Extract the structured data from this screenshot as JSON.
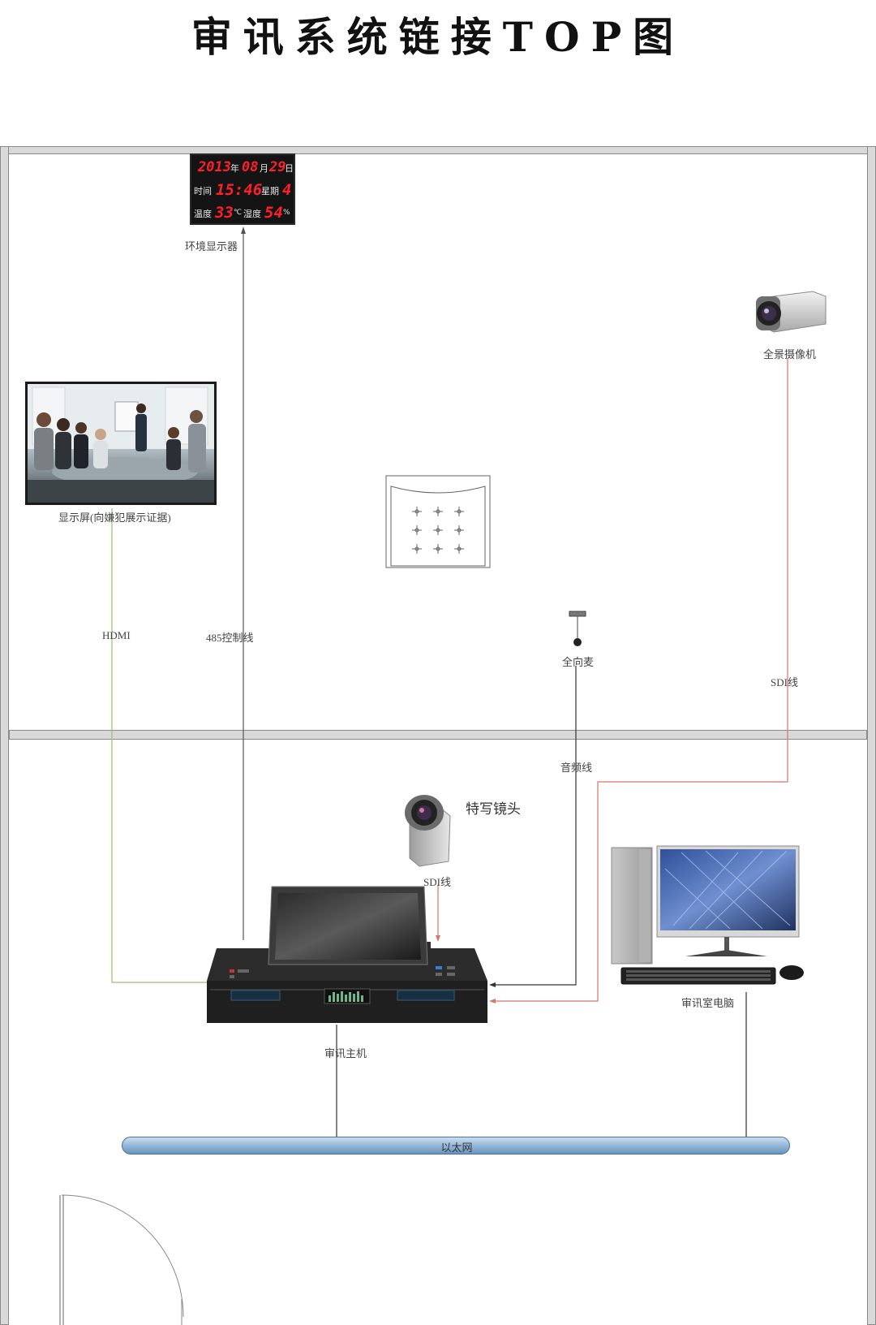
{
  "title": "审讯系统链接TOP图",
  "devices": {
    "env_display": {
      "label": "环境显示器",
      "year": "2013",
      "year_unit": "年",
      "month": "08",
      "month_unit": "月",
      "day": "29",
      "day_unit": "日",
      "time_label": "时间",
      "time": "15:46",
      "weekday_label": "星期",
      "weekday": "4",
      "temp_label": "温度",
      "temp": "33",
      "temp_unit": "℃",
      "humidity_label": "湿度",
      "humidity": "54",
      "humidity_unit": "%"
    },
    "display_screen": {
      "label": "显示屏(向嫌犯展示证据)"
    },
    "panoramic_camera": {
      "label": "全景摄像机"
    },
    "omni_mic": {
      "label": "全向麦"
    },
    "closeup_camera": {
      "label": "特写镜头"
    },
    "host": {
      "label": "审讯主机"
    },
    "pc": {
      "label": "审讯室电脑"
    },
    "ethernet": {
      "label": "以太网"
    }
  },
  "cables": {
    "hdmi": "HDMI",
    "control_485": "485控制线",
    "sdi_panoramic": "SDI线",
    "audio": "音频线",
    "sdi_closeup": "SDI线"
  },
  "colors": {
    "hdmi": "#9bbf6a",
    "sdi": "#d9756b",
    "control": "#555555",
    "audio": "#333333"
  }
}
